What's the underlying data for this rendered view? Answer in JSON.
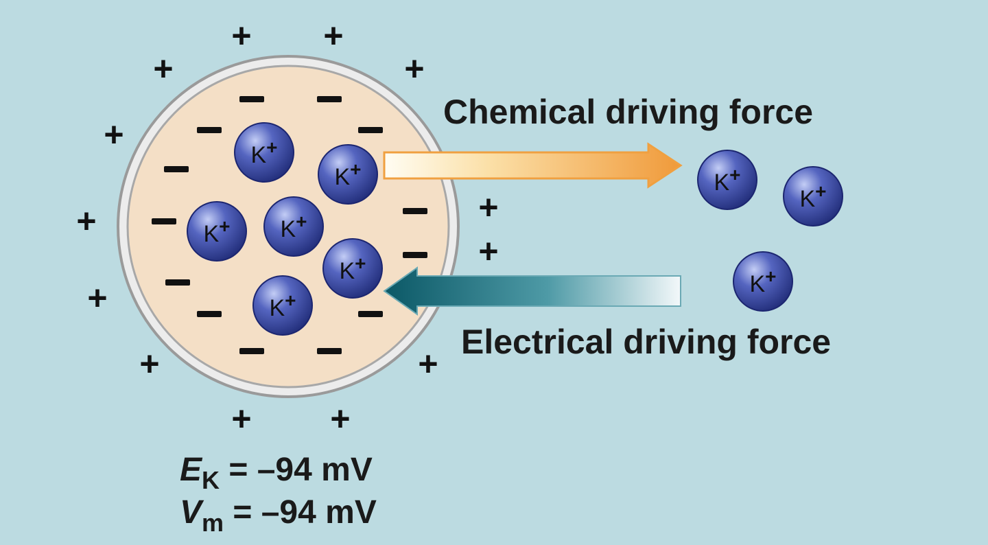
{
  "labels": {
    "chemical_force": "Chemical driving force",
    "electrical_force": "Electrical driving force"
  },
  "ion": {
    "symbol": "K",
    "charge": "+"
  },
  "equations": {
    "ek": {
      "var": "E",
      "sub": "K",
      "rest": " = –94 mV"
    },
    "vm": {
      "var": "V",
      "sub": "m",
      "rest": " = –94 mV"
    }
  },
  "colors": {
    "background": "#bcdbe1",
    "cell_interior": "#f4dfc6",
    "membrane": "#b5b5b5",
    "ion": "#3a4aa8",
    "chemical_arrow": "#f0a040",
    "electrical_arrow": "#1f6e7c"
  }
}
